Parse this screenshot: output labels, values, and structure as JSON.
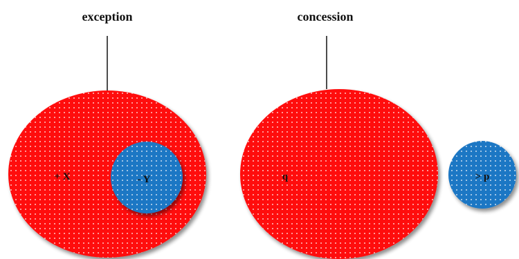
{
  "diagram": {
    "left": {
      "title": "exception",
      "outer_label": "+ X",
      "inner_label": "- Y"
    },
    "right": {
      "title": "concession",
      "outer_label": "q",
      "inner_label": "> p"
    }
  },
  "colors": {
    "red_region": "#ff0d0d",
    "blue_region": "#1f77c4",
    "dots": "#ffffff",
    "text": "#111111"
  }
}
